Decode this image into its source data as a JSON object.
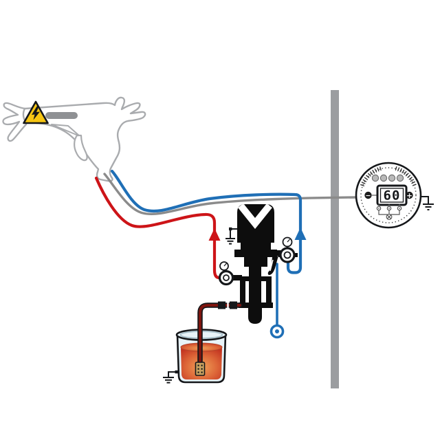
{
  "diagram": {
    "subject": "electrostatic-spray-system-schematic",
    "controller": {
      "display_value": "60",
      "minus_button": "−",
      "plus_button": "+",
      "led_count": 4
    },
    "counts": {
      "ground_symbols": 3,
      "pressure_gauges": 2
    },
    "colors": {
      "air_hose": "#1f6fb6",
      "fluid_hose": "#cd1418",
      "cable": "#8b8b8b",
      "wall": "#9b9da0",
      "warning_yellow": "#f6c513",
      "outline_dark": "#15171a",
      "gun_outline": "#a9abae",
      "gun_barrel": "#8f9194",
      "suction_hose": "#7e150f",
      "paint_edge": "#c23320",
      "paint_center": "#f0a158",
      "glass_tint": "#e8f3f8",
      "strainer": "#c9a260",
      "led_gray": "#b9b9b9"
    }
  }
}
